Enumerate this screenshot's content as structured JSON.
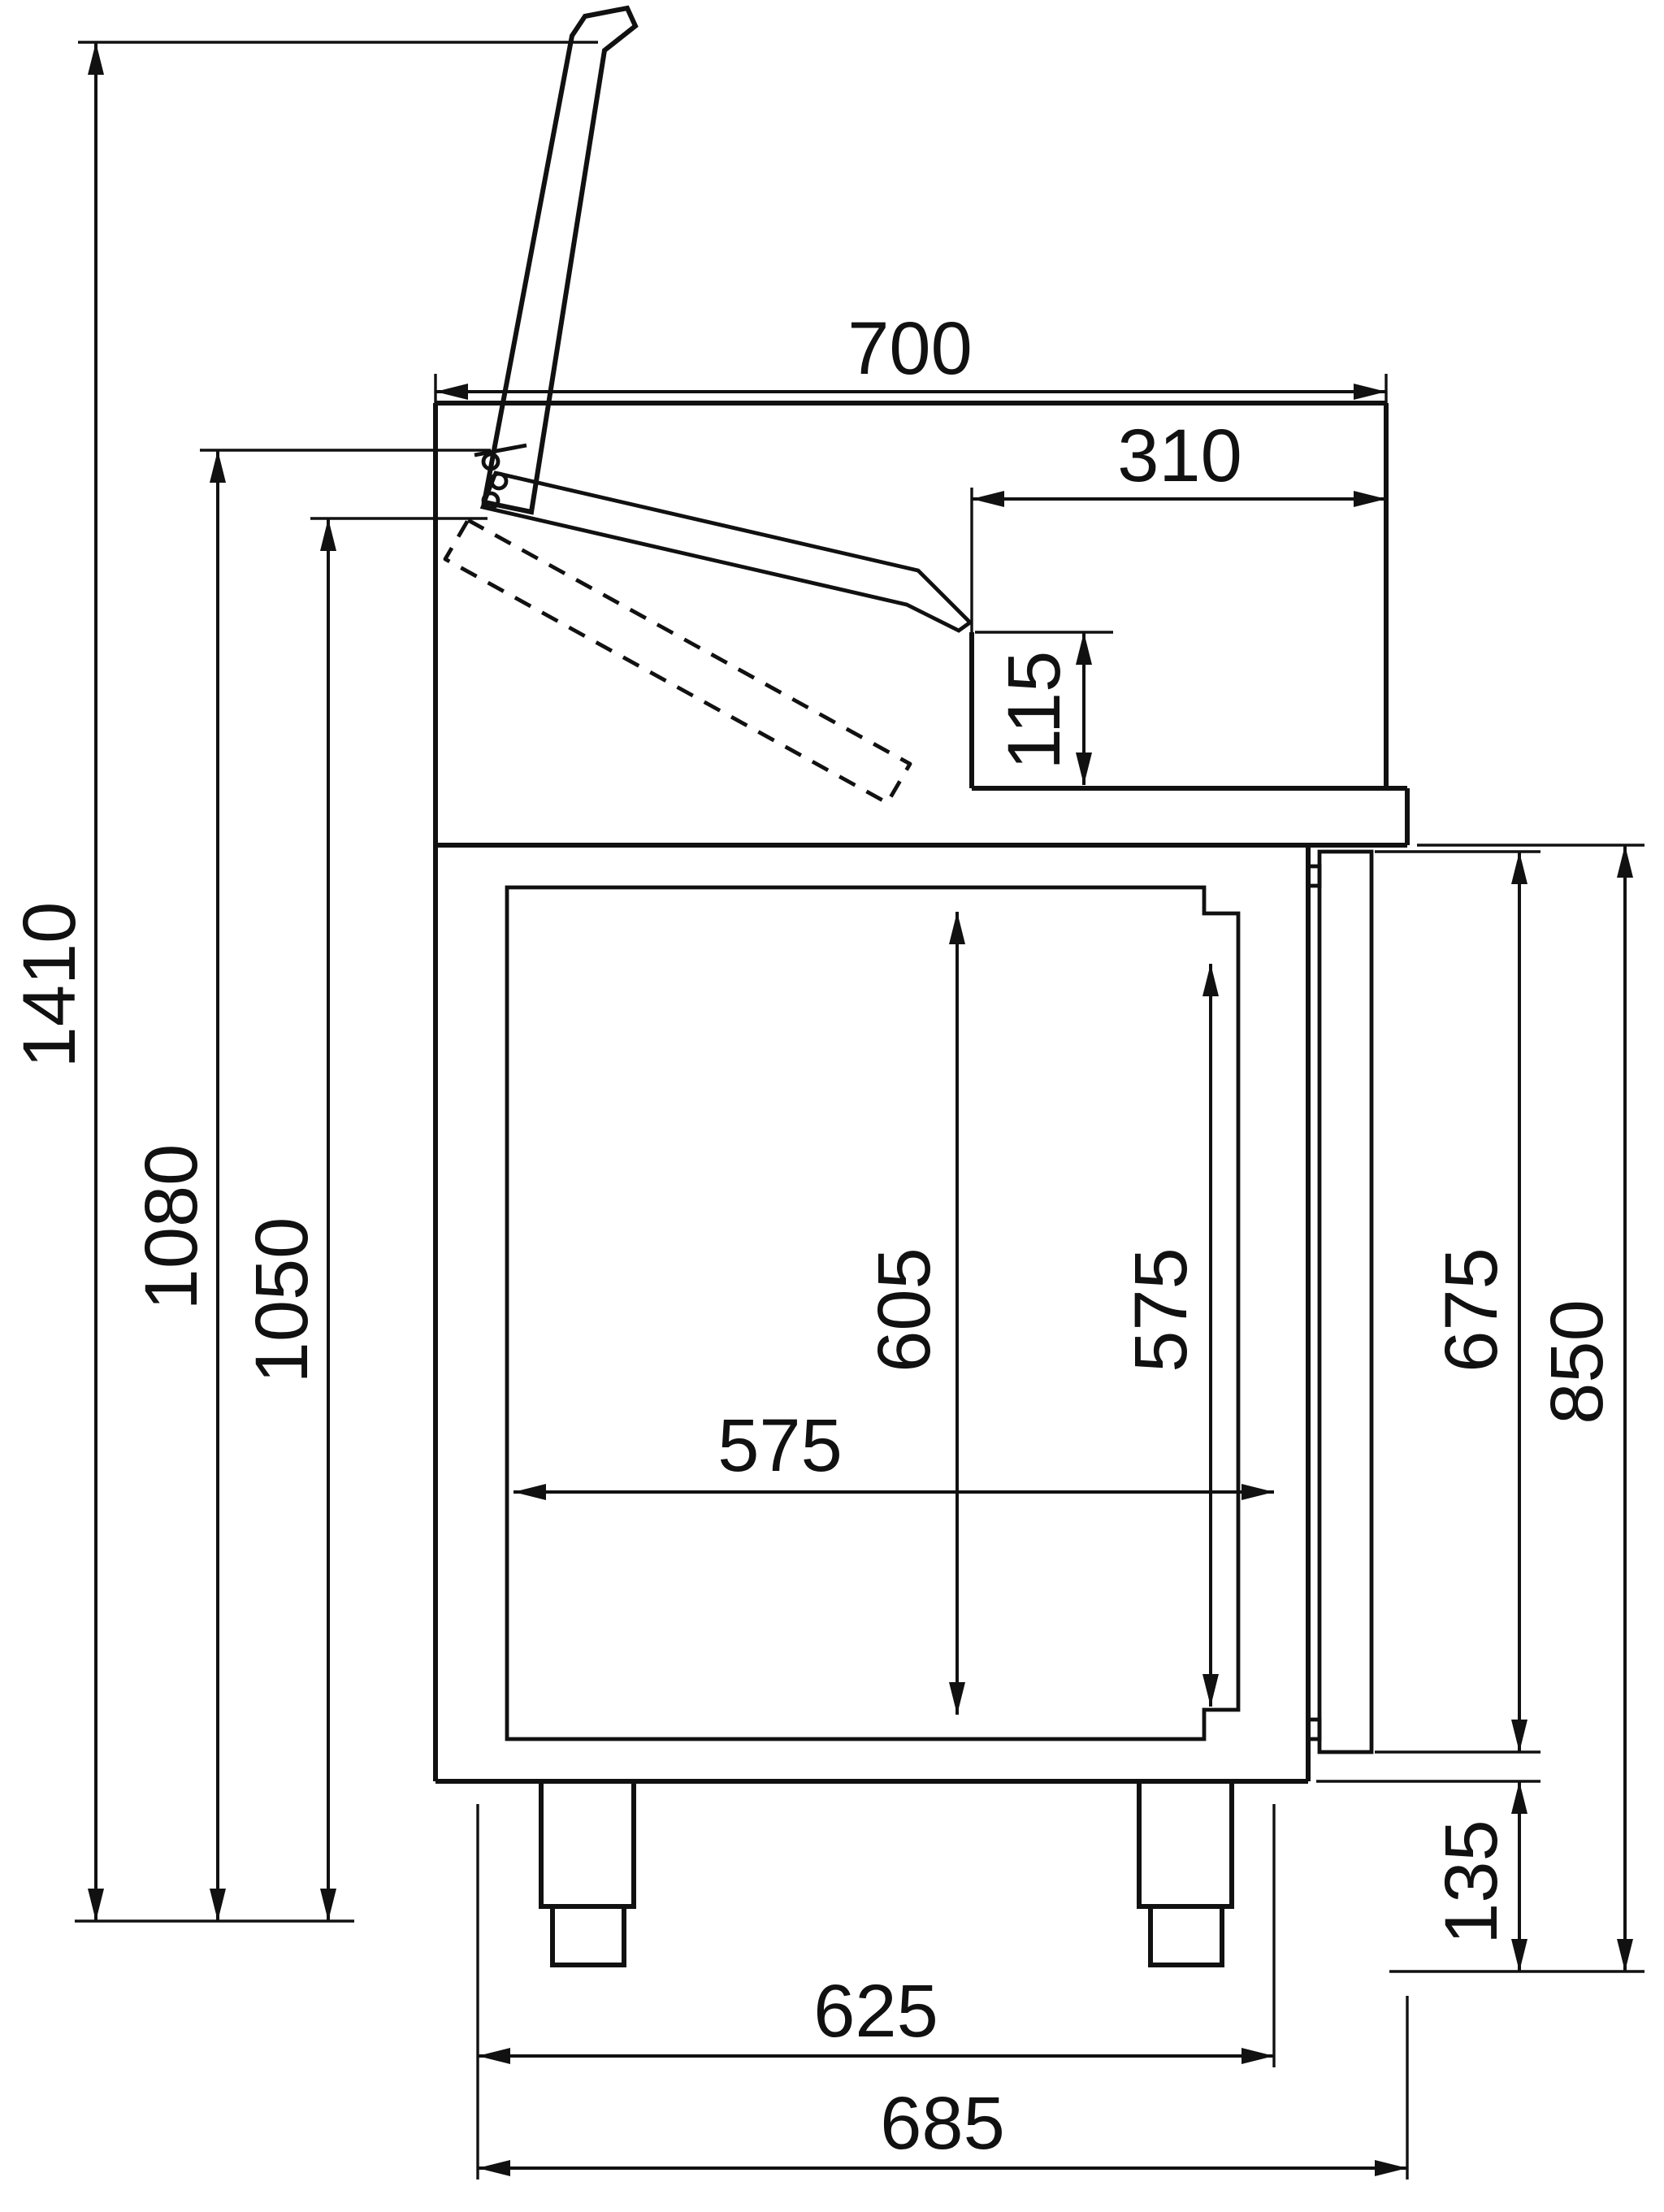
{
  "dimensions": {
    "top_depth": "700",
    "right_ledge_depth": "310",
    "ledge_step_height": "115",
    "overall_height_lid_open": "1410",
    "height_to_lid_top": "1080",
    "height_to_hinge": "1050",
    "door_opening_height": "605",
    "door_inner_height": "575",
    "door_inner_width": "575",
    "rear_panel_height": "675",
    "worktop_height": "850",
    "foot_height": "135",
    "body_depth": "625",
    "overall_depth_with_panel": "685"
  }
}
